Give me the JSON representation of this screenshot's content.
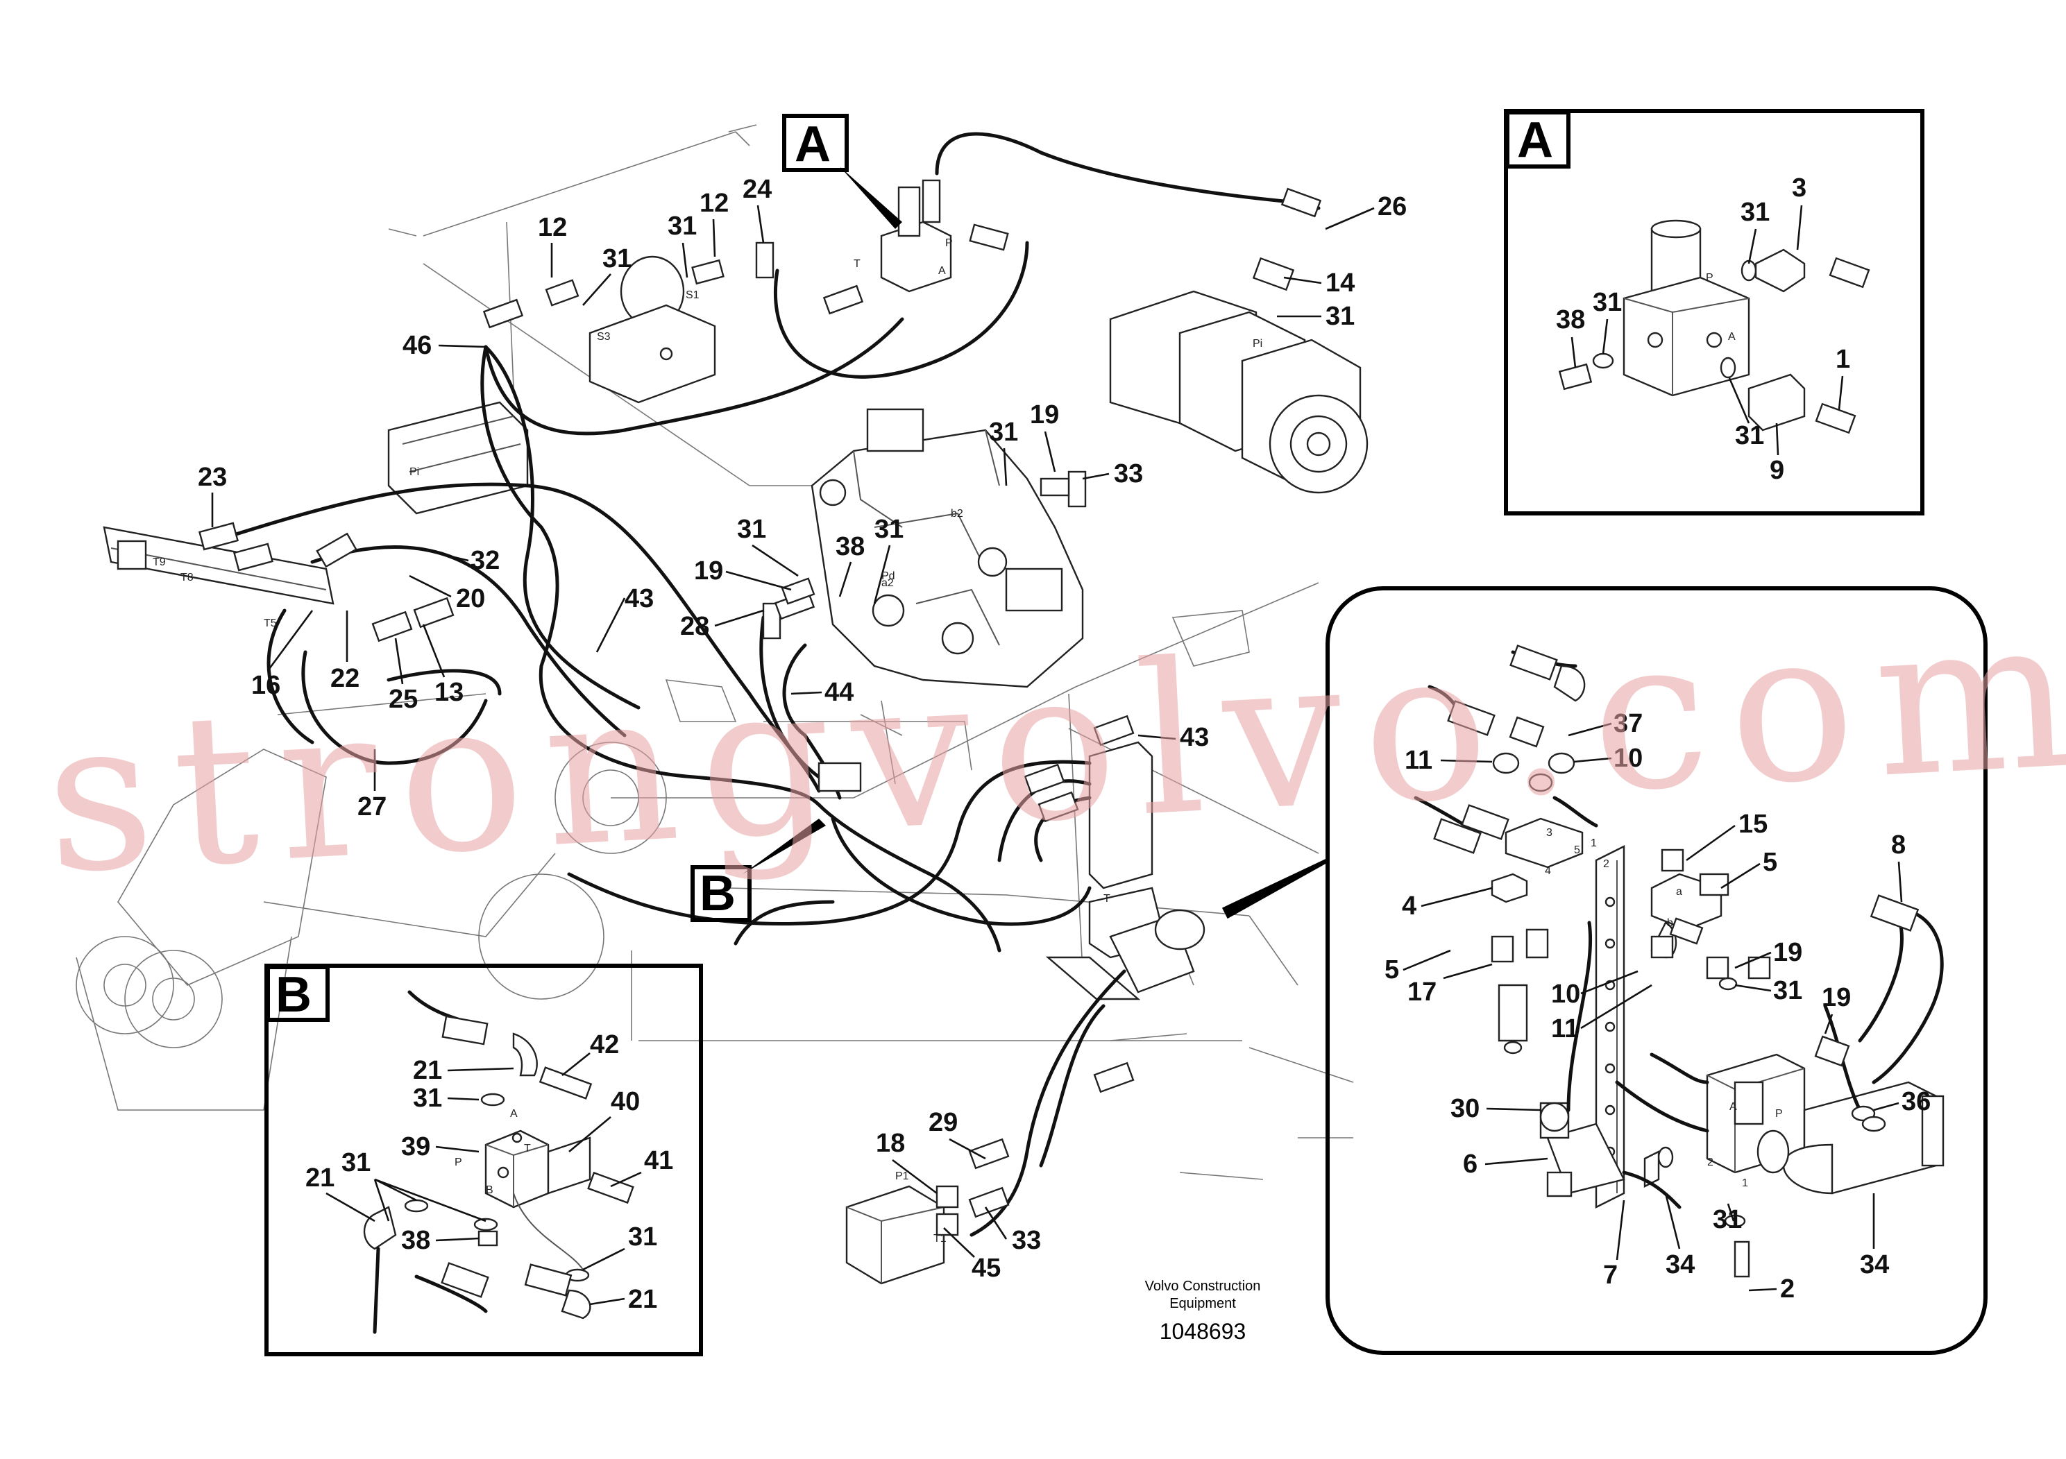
{
  "callouts": {
    "main_a_box": "A",
    "main_b_box": "B",
    "main": [
      "12",
      "31",
      "31",
      "12",
      "24",
      "46",
      "26",
      "14",
      "31",
      "23",
      "31",
      "19",
      "33",
      "31",
      "38",
      "31",
      "19",
      "28",
      "32",
      "20",
      "43",
      "16",
      "22",
      "25",
      "13",
      "44",
      "43",
      "27",
      "18",
      "29",
      "33",
      "45"
    ],
    "detail_a_box": "A",
    "detail_a": [
      "3",
      "31",
      "38",
      "31",
      "1",
      "31",
      "9"
    ],
    "detail_b_box": "B",
    "detail_b": [
      "42",
      "21",
      "31",
      "40",
      "39",
      "41",
      "21",
      "31",
      "38",
      "31",
      "21"
    ],
    "detail_c": [
      "37",
      "11",
      "10",
      "15",
      "5",
      "8",
      "4",
      "5",
      "17",
      "19",
      "10",
      "11",
      "31",
      "19",
      "30",
      "6",
      "36",
      "7",
      "34",
      "31",
      "2",
      "34"
    ]
  },
  "port_labels": [
    "S3",
    "S1",
    "T",
    "P",
    "A",
    "Pi",
    "Pi",
    "a2",
    "b2",
    "Pd",
    "T9",
    "T8",
    "T5",
    "P1",
    "T1",
    "P",
    "A",
    "B",
    "T",
    "P",
    "A",
    "T",
    "A",
    "P",
    "1",
    "2",
    "3",
    "4",
    "5",
    "1",
    "2",
    "a",
    "b"
  ],
  "footer": {
    "company_line1": "Volvo Construction",
    "company_line2": "Equipment",
    "drawing_number": "1048693"
  },
  "watermark": "strongvolvo.com",
  "colors": {
    "line": "#111111",
    "faint_line": "#777777",
    "watermark": "#e8a3a3",
    "background": "#ffffff"
  }
}
